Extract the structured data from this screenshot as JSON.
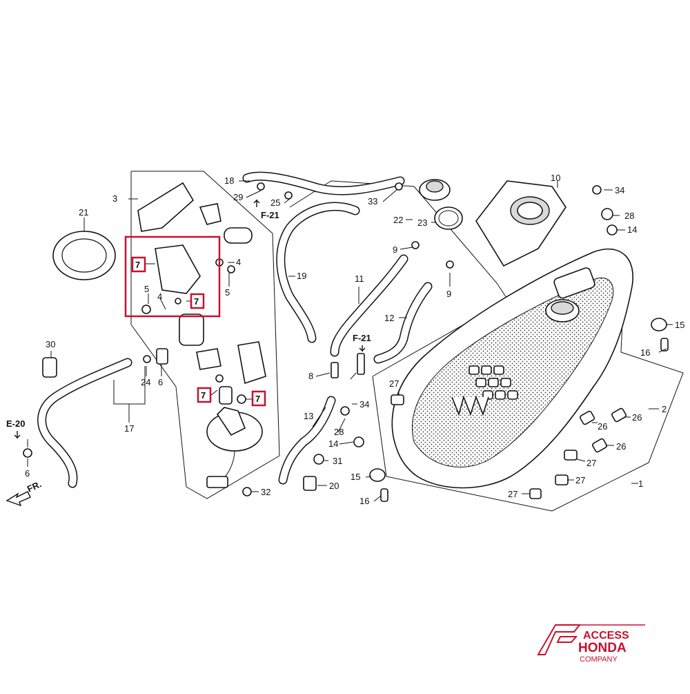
{
  "diagram": {
    "part_numbers": {
      "n1": "1",
      "n2": "2",
      "n3": "3",
      "n4a": "4",
      "n4b": "4",
      "n5a": "5",
      "n5b": "5",
      "n6a": "6",
      "n6b": "6",
      "n7a": "7",
      "n7b": "7",
      "n7c": "7",
      "n7d": "7",
      "n8": "8",
      "n9a": "9",
      "n9b": "9",
      "n10": "10",
      "n11": "11",
      "n12": "12",
      "n13": "13",
      "n14a": "14",
      "n14b": "14",
      "n15a": "15",
      "n15b": "15",
      "n16a": "16",
      "n16b": "16",
      "n17": "17",
      "n18": "18",
      "n19": "19",
      "n20": "20",
      "n21": "21",
      "n22": "22",
      "n23": "23",
      "n24": "24",
      "n25": "25",
      "n26a": "26",
      "n26b": "26",
      "n26c": "26",
      "n27a": "27",
      "n27b": "27",
      "n27c": "27",
      "n27d": "27",
      "n28a": "28",
      "n28b": "28",
      "n29": "29",
      "n30": "30",
      "n31": "31",
      "n32": "32",
      "n33": "33",
      "n34a": "34",
      "n34b": "34"
    },
    "references": {
      "f21_top": "F-21",
      "f21_mid": "F-21",
      "e20": "E-20",
      "front": "FR."
    },
    "highlight_color": "#c8102e"
  },
  "logo": {
    "line1": "ACCESS",
    "line2": "HONDA",
    "line3": "COMPANY",
    "color": "#c8102e"
  }
}
